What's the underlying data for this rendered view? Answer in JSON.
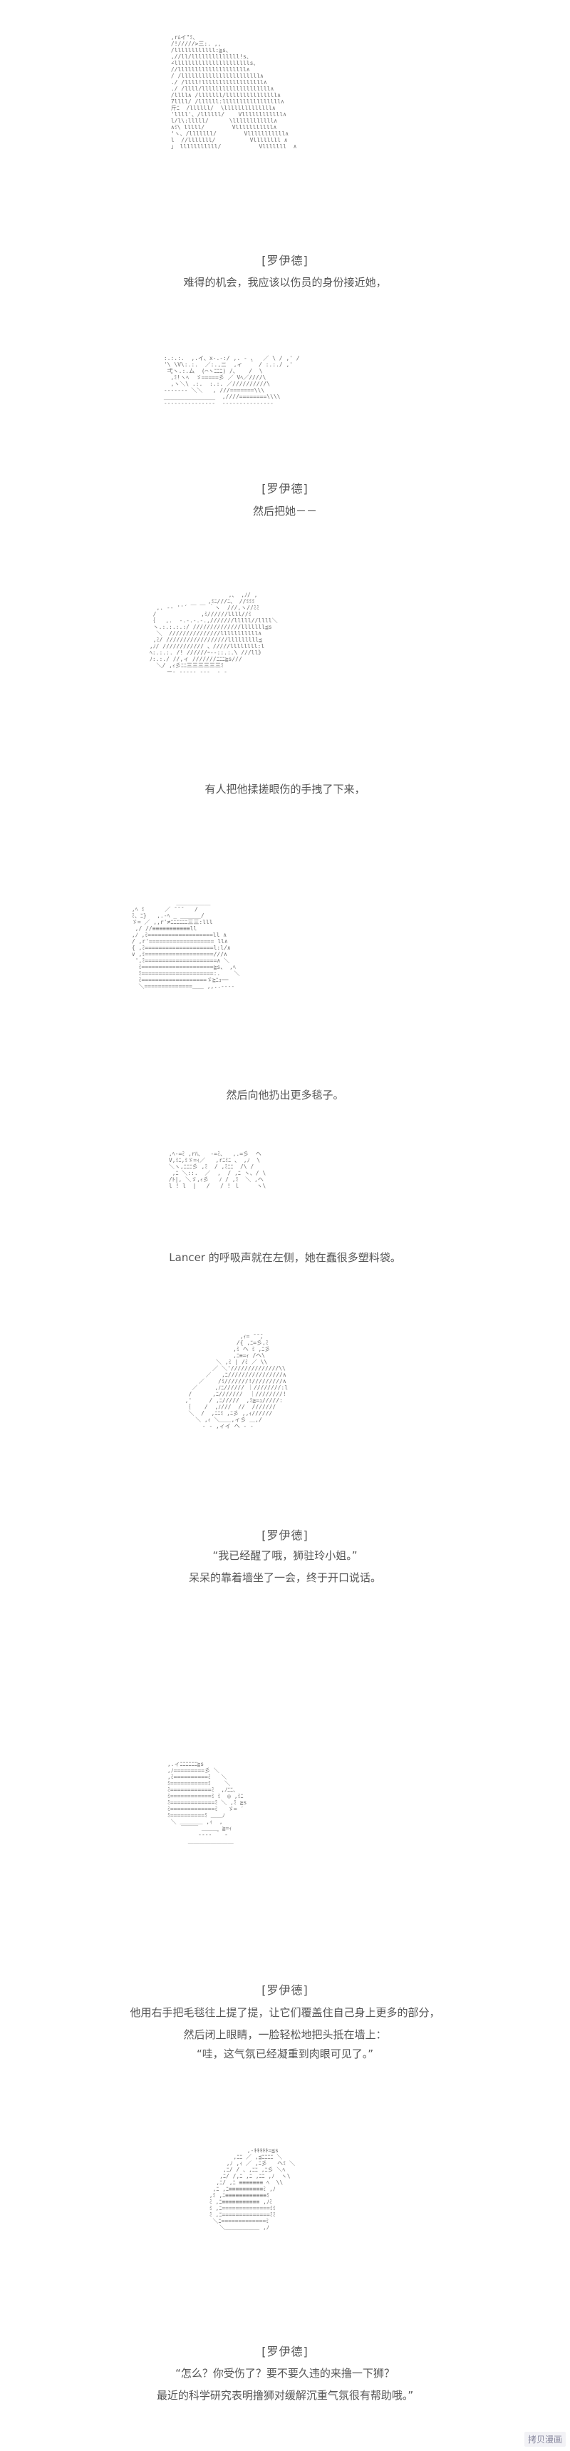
{
  "panels": [
    {
      "art": " ,rﾑイ\"ﾐ、\n /!/////>三:. ,,\n /llllllllllll:≧s、\n ,//ll/llllllllllllll!s、\n ∠lllllllllllllllllllllls、\n //llllllllllllllllllll∧\n / /lllllllllllllllllllllll∧\n ./ /llll!llllllllllllllllll∧\n ./ /llll/llllllllllllllllllll∧\n /llll∧ /lllllll/lllllllllllllll∧\n 7llll/ /llllll:lllllllllllllllll∧\n 斤ﾆ  /llllll/  \\llllllllllllll∧\n 'llll'、/llllll/    Vllllllllllll∧\n l/l\\:lllll/      \\llllllllllll∧\n ∧ﾐ\\ lllll/        Vlllllllllll∧\n ‘ヽ、/lllllll/        Vlllllllllll∧\n l  //lllllll/          Vllllllll ∧\n 」 lllllllllll/           Vlllllll  ∧",
      "speaker": "[罗伊德]",
      "lines": [
        "难得的机会，我应该以伤员的身份接近她，"
      ]
    },
    {
      "art": " :.:.:.  ,.イ、x-.-:/ ,. - 、  ／ \\ / ,' /\n '\\ \\V\\:.:.  ／:.,ニ  ,ィ  ｀ / :.:./ ,'\n  弌ヽ.:.ム  (⌒ヽﾆﾆﾆ) /、   /  \\\n   ,ﾐ!ヽﾍ  ゞ=====彡 ／ Vﾍ／////\\\n   ,ヽ＼\\ .:.  :.:. ／//////////\\\n ------- ＼＼   , ///=======\\\\\\\n _______________  ,////========\\\\\\\\\n ---------------  ---------------",
      "speaker": "[罗伊德]",
      "lines": [
        "然后把她－－"
      ]
    },
    {
      "art": "                        ,、 ,ﾉ/ ,\n                  ,ﾐﾆ///ﾆ、 //ﾐﾐﾐ\n   ,. -‐ ''´ ￣ ￣ ｀ヽ  ///,ヽ//ﾐﾐ\n  /             ,ﾐ//////llll//ﾐ\n ｛   ,.  -.-.-.-.,///////lllll//llll＼\n  ヽ.:.:.:.:/ //////////////lllllll≦s\n   ＼  ///////////////lllllllllll∧\n  ,ﾐ/ //////////////////lllllllll≦\n ,ﾉ/ //////////// 、/////llllllll:l\n ﾍ:.:.:. /! //////ｰ--::.:.\\ ///ll》\n ﾉ:.:./ //,ィ ///////ﾆﾆﾆ≧s///\n   ＼/ ,ｨ彡ﾆﾆ三三三三三三ﾐ\n      ー- ----- ‐‐‐  ‐ ‐",
      "speaker": "",
      "lines": [
        "有人把他揉搓眼伤的手拽了下来，"
      ]
    },
    {
      "art": "              ＿＿＿＿＿＿\n ,ﾍ ﾐ      ／ ̄ ̄ ̄    /\n ﾐ、ﾆ}   ,.-ﾍ _ ______/\n ゞ= ／ ,,r'≠ﾆﾆﾆﾆﾆﾆ三三:lll\n  ,/ //≡≡≡≡≡≡≡≡≡≡≡ll\n ,ﾉ ,ﾐ===================ll ∧\n / ,r'=================== ll∧\n { ,ﾐ====================l:l/∧\n ∨ ,ﾐ====================///∧\n  ',ﾐ=====================∧ ＼\n   ﾐ=====================≧s、 ,ﾍ\n   ﾐ=====================:.    ＼\n   ﾐ===================ゞ≧ﾆｭ──\n   ＼==============＿＿ ,,..----",
      "speaker": "",
      "lines": [
        "然后向他扔出更多毯子。"
      ]
    },
    {
      "art": " ,ﾍ‐=ﾐ ,rﾊ、  ‐=ﾐ、  ,.=彡  ヘ\n V,ﾐﾆ,ﾐゞ=ｨ／   ,rﾆﾐﾆ 、 ,ﾉ  \\\n ＼ヽ,ﾆﾆﾆ彡 ,ﾐ  / ,ﾐﾆﾆ  /\\ /\n  ,ﾆ ＼::.  ／  ,  / ,ﾆ ヽ、/ \\\n /ﾄ|, ＼ゞ,ｨ彡   ﾉ / ,ﾐ  ＼ ,ヘ\n l ! l  |   /   / ! ｌ     ヽ\\",
      "speaker": "",
      "lines": [
        "Lancer 的呼吸声就在左侧，她在蠢很多塑料袋。"
      ]
    },
    {
      "art": "                  ,ｨ= ̄ ̄ ̄,\n                 /{ ,ﾆ=彡,ﾐ\n                ,ﾐ ヘ ﾐ ,ﾆ彡\n                ,ﾆ≡=ｨ /ヘ\\\n           ＼ ,ﾐ | /ﾐ ／ \\\\\n          ／ ＼'//////////////\\\\\n        ／   ,ﾆ////////////////∧\n      ／    /ﾐ///////!/////////∧\n    ／     ,ﾉﾆ////// ｜////////:l\n   /      ,ﾆ///////  ｜////////!\n  ,'     / ,ﾆ/////  ,ﾐ≧=ｭ/////:\n  ｛    /  ,ﾉ///  //  ///////\n   ＼  /  ,ﾆﾆﾐ ,ﾆ彡 ,,ｨ//////\n     ＼ ,ｨ ＼＿＿,ィ彡 ＿,/\n       ‐ - ,ィイ ヘ ‐ ‐",
      "speaker": "[罗伊德]",
      "lines": [
        "“我已经醒了哦，狮驻玲小姐。”",
        "呆呆的靠着墙坐了一会，终于开口说话。"
      ]
    },
    {
      "art": " ,.ィﾆﾆﾆﾆﾆﾆ≧s\n ,ﾉ=========彡 ＼\n ,ﾐ==========ﾐ   ＼\n ﾐ===========ﾐ    ＼\n ﾐ============ﾐ  ,ﾉﾆﾆ、\n ﾐ============ﾐ ﾐ  ◎ ,ﾐﾆ\n ﾐ=============ﾐ ＼ ,ﾐ ≧s\n ﾐ=============ﾐ   ゞ= ′\n ﾐ==========ﾐ ＿＿ﾉ\n  ＼ ＿＿＿＿ ,ｨ  ,\n     ￣￣￣ ＿＿＿ ≧=ｨ\n          ‐‐‐‐ ｀ ‐\n       ＿＿＿＿＿＿＿＿",
      "speaker": "[罗伊德]",
      "lines": [
        "他用右手把毛毯往上提了提，让它们覆盖住自己身上更多的部分，",
        "然后闭上眼睛，一脸轻松地把头抵在墙上：",
        "“哇，这气氛已经凝重到肉眼可见了。”"
      ]
    },
    {
      "art": "                  ,-ｷｷｷｷｷ=≦s\n              ,ﾆﾆ ／ ,≦ﾆﾆﾆﾆ ＼\n            ,ﾉ ,ｨ ／ ,ﾆ彡   ヘﾐ ＼\n           ,ﾆ/ / 、,ﾆﾆ ,ﾆ彡 ＼ﾍ\n          ,ﾆ/ /,ﾆ ,ﾆ ,ﾆﾆ ,ﾉ  ヽ\\\n         ,ﾆ/ ,ﾆ ≡≡≡≡≡≡≡ ﾍ  \\\\\n        ,ﾆ ,ﾆ≡≡≡≡≡≡≡≡≡≡ﾐ ,ﾉ\n       ,ﾐ ,ﾆ≡≡≡≡≡≡≡≡≡≡≡≡ﾐ\n       ﾐ ,ﾆ≡≡≡≡≡≡≡≡≡≡≡ ,ﾉﾐ\n       ﾐ ,ﾆ==============ﾐﾐ\n       ﾐ ,ﾆ==============ﾐﾐ\n        ＼ﾆ=============ﾐ\n          ＼＿＿＿＿＿＿ ,ﾉ",
      "speaker": "[罗伊德]",
      "lines": [
        "“怎么？你受伤了？要不要久违的来撸一下狮？",
        "最近的科学研究表明撸狮对缓解沉重气氛很有帮助哦。”"
      ]
    }
  ],
  "watermark": "拷贝漫画",
  "accent": "#555555"
}
